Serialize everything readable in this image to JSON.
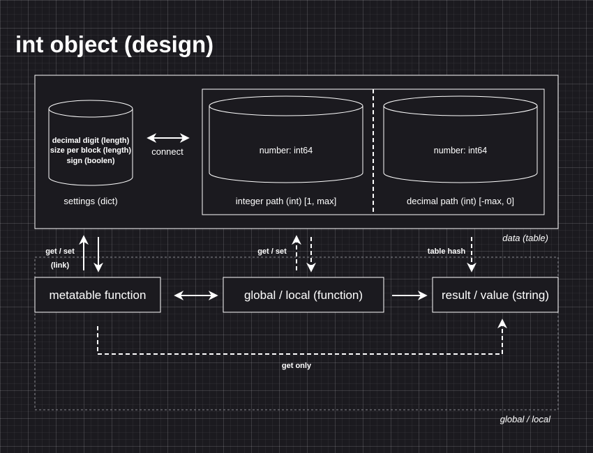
{
  "title": "int object (design)",
  "data_table": {
    "label": "data (table)",
    "settings": {
      "lines": [
        "decimal digit (length)",
        "size per block (length)",
        "sign (boolen)"
      ],
      "caption": "settings (dict)"
    },
    "connect_label": "connect",
    "integer_path": {
      "content": "number: int64",
      "caption": "integer path (int) [1, max]"
    },
    "decimal_path": {
      "content": "number: int64",
      "caption": "decimal path (int) [-max, 0]"
    }
  },
  "global_local": {
    "label": "global / local",
    "metatable_function": "metatable function",
    "global_local_function": "global / local (function)",
    "result_value": "result / value (string)"
  },
  "edges": {
    "get_set_link_1": "get / set",
    "get_set_link_2": "(link)",
    "get_set": "get / set",
    "table_hash": "table hash",
    "get_only": "get only"
  }
}
